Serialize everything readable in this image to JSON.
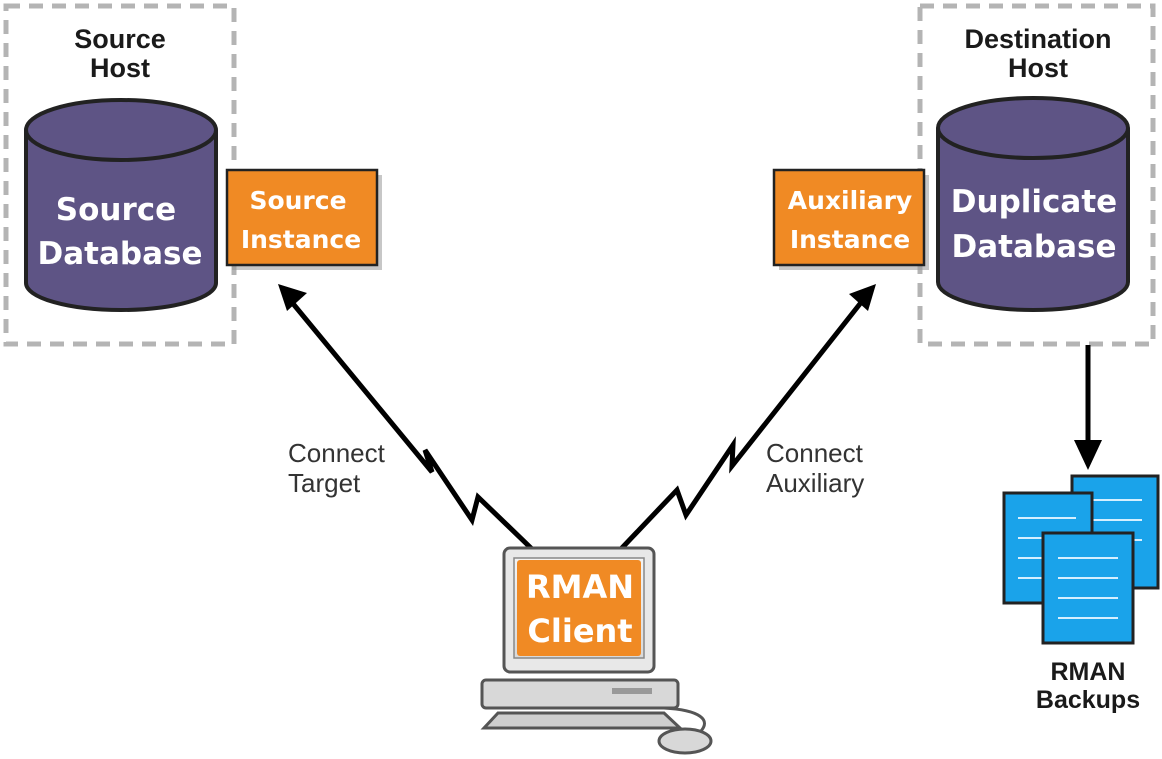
{
  "source_host": {
    "title_line1": "Source",
    "title_line2": "Host",
    "database_line1": "Source",
    "database_line2": "Database"
  },
  "source_instance": {
    "line1": "Source",
    "line2": "Instance"
  },
  "destination_host": {
    "title_line1": "Destination",
    "title_line2": "Host",
    "database_line1": "Duplicate",
    "database_line2": "Database"
  },
  "auxiliary_instance": {
    "line1": "Auxiliary",
    "line2": "Instance"
  },
  "connect_target": {
    "line1": "Connect",
    "line2": "Target"
  },
  "connect_auxiliary": {
    "line1": "Connect",
    "line2": "Auxiliary"
  },
  "rman_client": {
    "line1": "RMAN",
    "line2": "Client"
  },
  "rman_backups": {
    "line1": "RMAN",
    "line2": "Backups"
  },
  "colors": {
    "database": "#5e5485",
    "instance": "#f08a24",
    "backup_page": "#1aa3ea",
    "dashed_border": "#b4b4b4",
    "arrow": "#000000"
  },
  "icons": {
    "database": "cylinder-icon",
    "computer": "computer-icon",
    "backup": "document-stack-icon"
  }
}
